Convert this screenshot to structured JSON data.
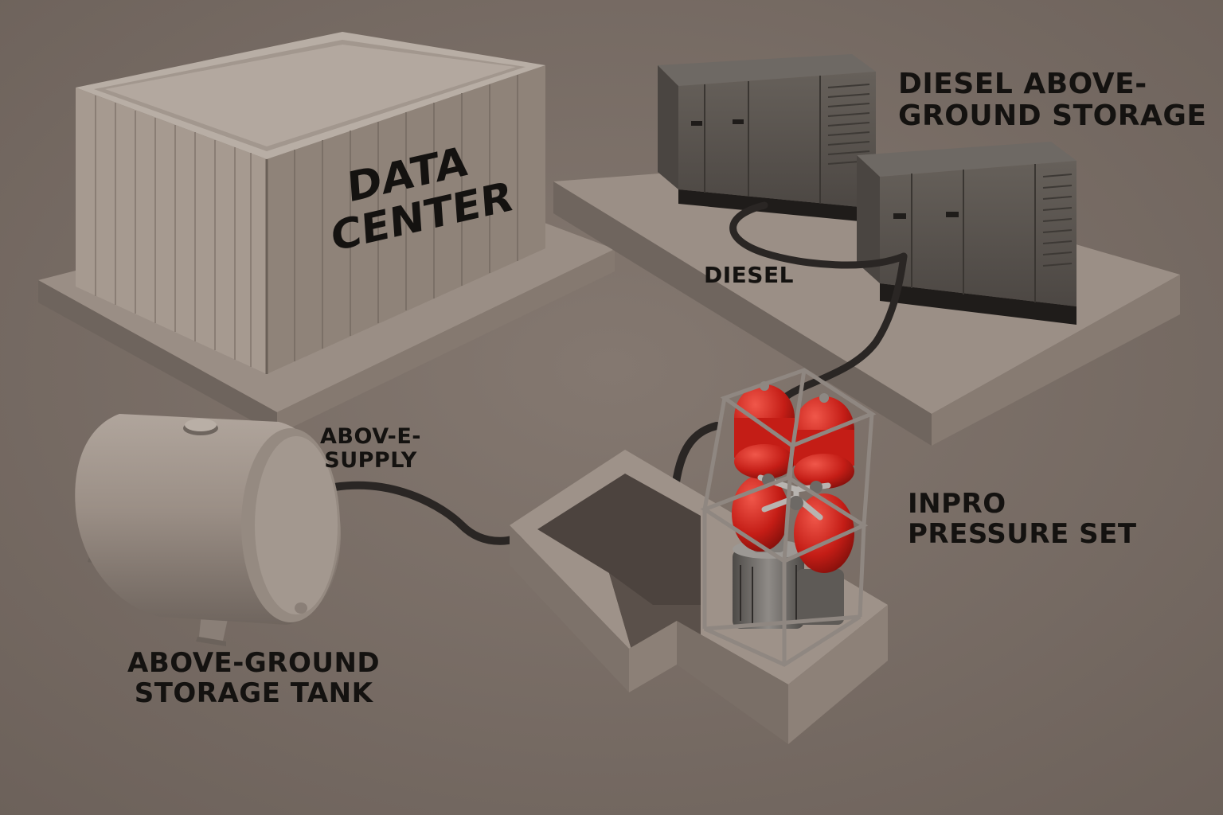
{
  "labels": {
    "data_center_line1": "DATA",
    "data_center_line2": "CENTER",
    "diesel_storage_line1": "DIESEL ABOVE-",
    "diesel_storage_line2": "GROUND STORAGE",
    "diesel_line": "DIESEL",
    "above_supply_line1": "ABOV-E-",
    "above_supply_line2": "SUPPLY",
    "inpro_line1": "INPRO",
    "inpro_line2": "PRESSURE SET",
    "storage_tank_line1": "ABOVE-GROUND",
    "storage_tank_line2": "STORAGE TANK"
  },
  "colors": {
    "ground": "#7a6e66",
    "building": "#9c8f86",
    "generator": "#5a5550",
    "pressure_vessel": "#c8201a",
    "hose": "#2a2624",
    "text": "#141210"
  }
}
